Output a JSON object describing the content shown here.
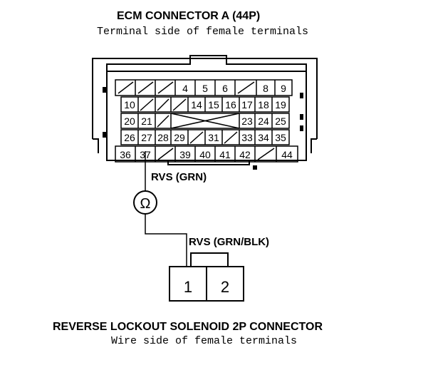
{
  "ecm": {
    "title": "ECM CONNECTOR A (44P)",
    "subtitle": "Terminal side of female terminals",
    "rows": [
      [
        "",
        "",
        "",
        "4",
        "5",
        "6",
        "",
        "8",
        "9"
      ],
      [
        "10",
        "",
        "",
        "",
        "14",
        "15",
        "16",
        "17",
        "18",
        "19"
      ],
      [
        "20",
        "21",
        "",
        "",
        "",
        "",
        "",
        "23",
        "24",
        "25"
      ],
      [
        "26",
        "27",
        "28",
        "29",
        "",
        "31",
        "",
        "33",
        "34",
        "35"
      ],
      [
        "36",
        "37",
        "",
        "39",
        "40",
        "41",
        "42",
        "",
        "44"
      ]
    ]
  },
  "wires": {
    "upper": "RVS (GRN)",
    "lower": "RVS (GRN/BLK)"
  },
  "meter": {
    "symbol": "Ω"
  },
  "solenoid": {
    "title": "REVERSE LOCKOUT SOLENOID 2P CONNECTOR",
    "subtitle": "Wire side of female terminals",
    "pins": [
      "1",
      "2"
    ]
  },
  "colors": {
    "line": "#000000",
    "background": "#ffffff"
  }
}
